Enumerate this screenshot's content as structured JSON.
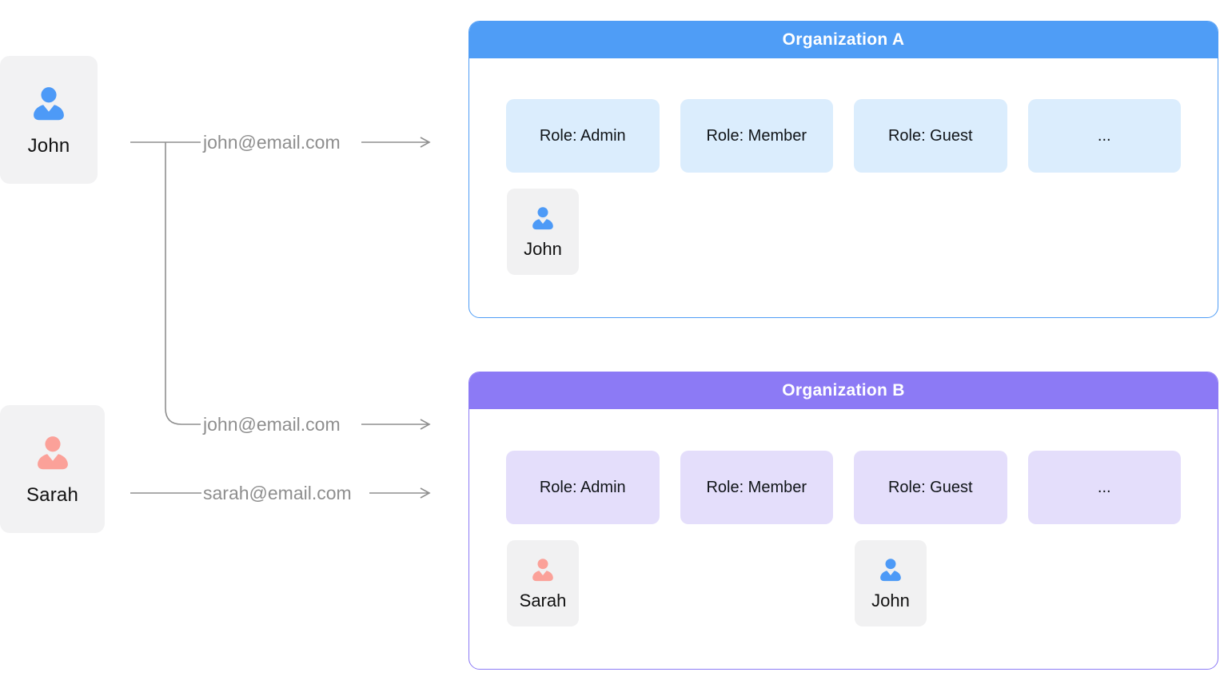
{
  "left_users": [
    {
      "name": "John",
      "icon_color": "#4d9af7"
    },
    {
      "name": "Sarah",
      "icon_color": "#fba199"
    }
  ],
  "connections": [
    {
      "email": "john@email.com"
    },
    {
      "email": "john@email.com"
    },
    {
      "email": "sarah@email.com"
    }
  ],
  "organizations": [
    {
      "title": "Organization A",
      "theme": {
        "accent": "#4f9df6",
        "chip_bg": "#dbedfd"
      },
      "roles": [
        "Role: Admin",
        "Role: Member",
        "Role: Guest",
        "..."
      ],
      "members": [
        {
          "name": "John",
          "icon_color": "#4d9af7"
        }
      ]
    },
    {
      "title": "Organization B",
      "theme": {
        "accent": "#8c7af5",
        "chip_bg": "#e4defb"
      },
      "roles": [
        "Role: Admin",
        "Role: Member",
        "Role: Guest",
        "..."
      ],
      "members": [
        {
          "name": "Sarah",
          "icon_color": "#fba199"
        },
        {
          "name": "John",
          "icon_color": "#4d9af7"
        }
      ]
    }
  ],
  "colors": {
    "connector": "#8f8f8f"
  }
}
